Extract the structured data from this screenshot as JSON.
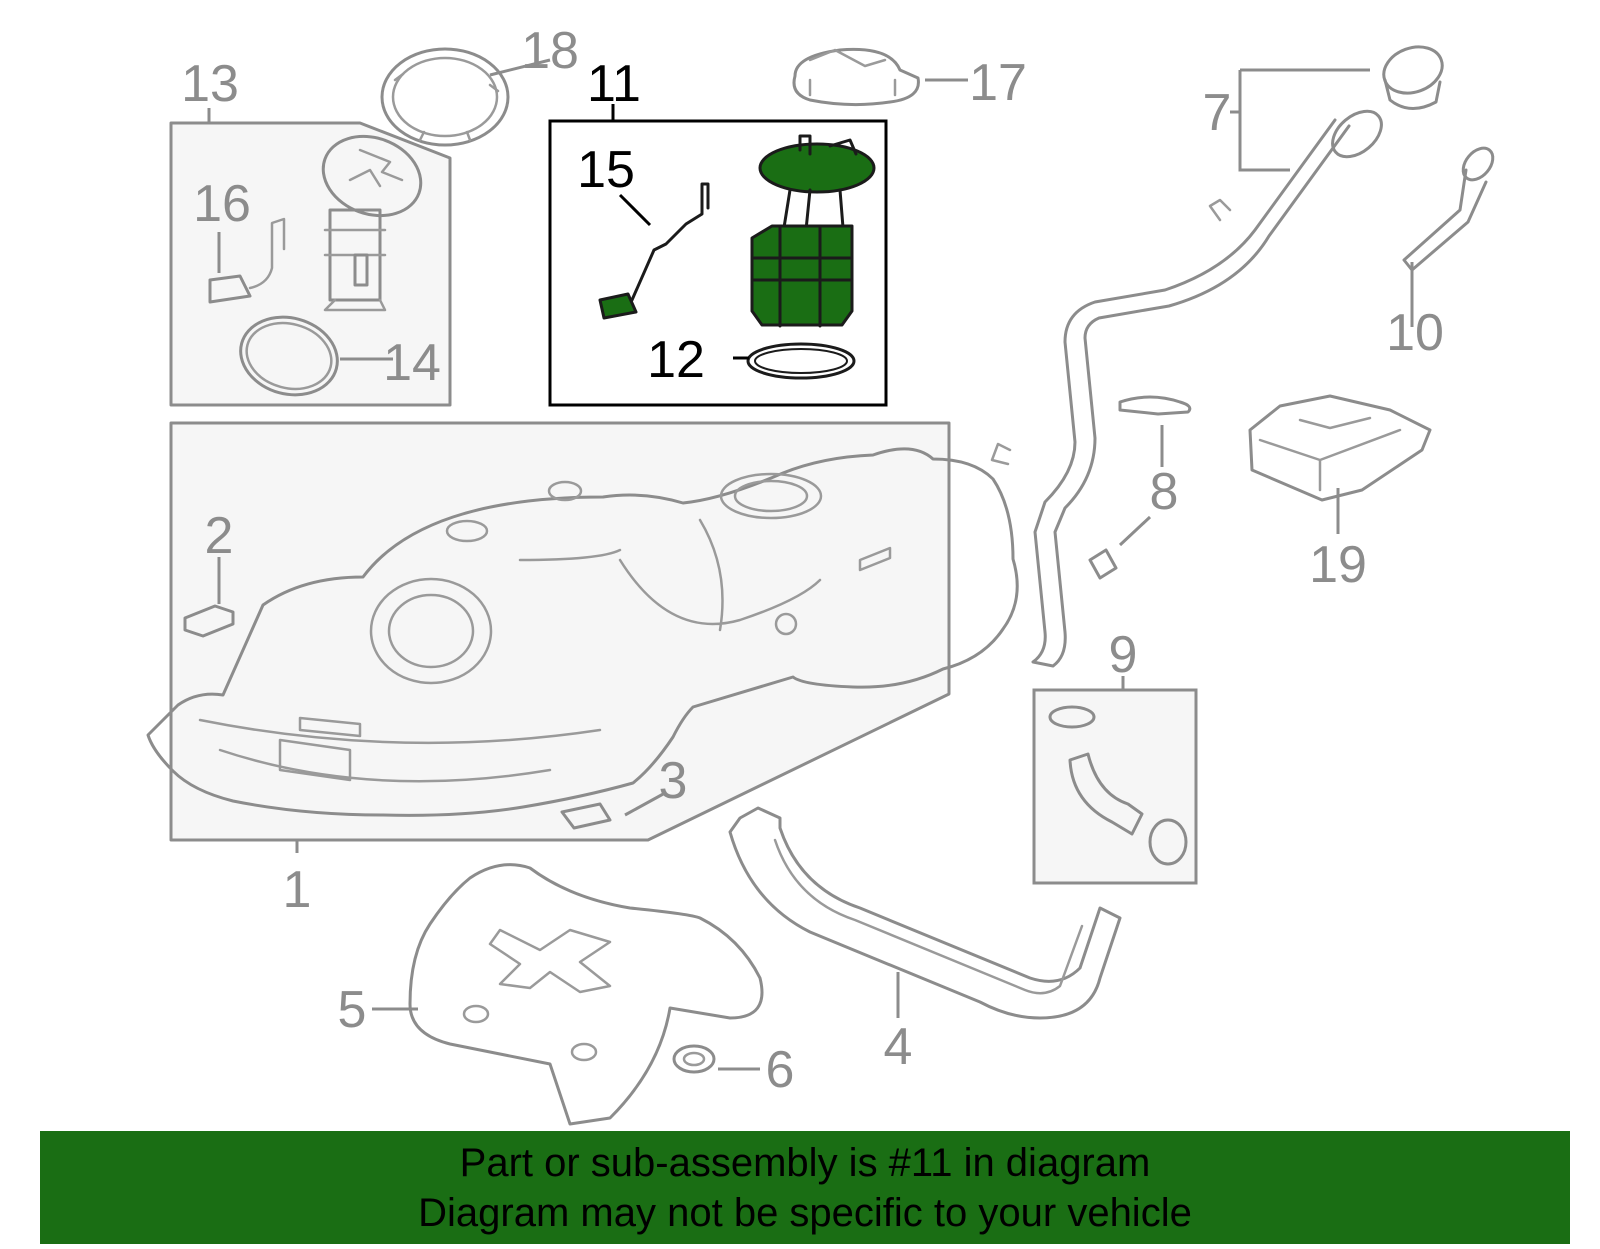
{
  "diagram": {
    "callouts": {
      "c1": "1",
      "c2": "2",
      "c3": "3",
      "c4": "4",
      "c5": "5",
      "c6": "6",
      "c7": "7",
      "c8": "8",
      "c9": "9",
      "c10": "10",
      "c11": "11",
      "c12": "12",
      "c13": "13",
      "c14": "14",
      "c15": "15",
      "c16": "16",
      "c17": "17",
      "c18": "18",
      "c19": "19"
    },
    "highlight_color": "#1a6e14",
    "line_color": "#8c8c8c"
  },
  "banner": {
    "line1": "Part or sub-assembly is #11 in diagram",
    "line2": "Diagram may not be specific to your vehicle",
    "background": "#1a6e14"
  }
}
